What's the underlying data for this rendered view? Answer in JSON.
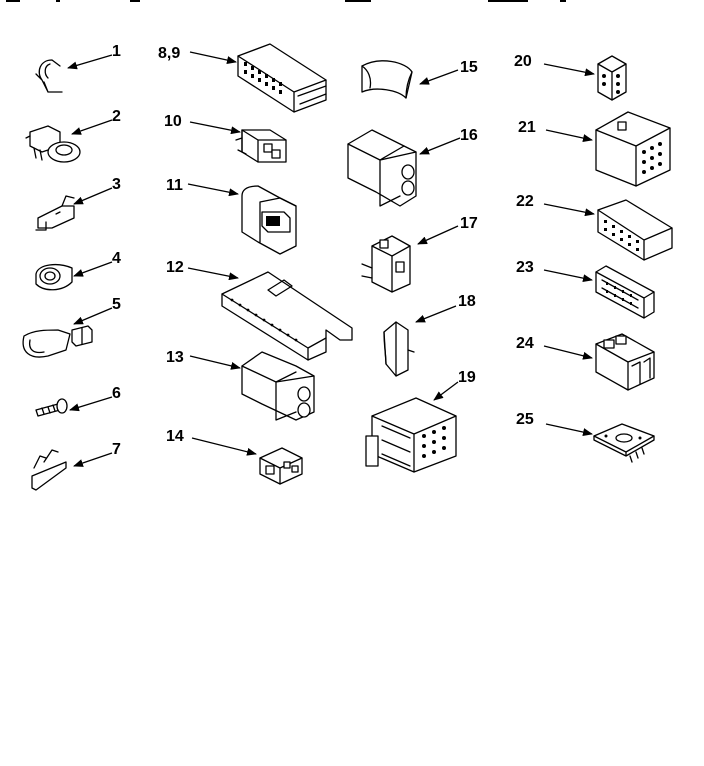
{
  "diagram": {
    "type": "exploded-parts-view",
    "callouts": [
      {
        "id": "p1",
        "label": "1"
      },
      {
        "id": "p2",
        "label": "2"
      },
      {
        "id": "p3",
        "label": "3"
      },
      {
        "id": "p4",
        "label": "4"
      },
      {
        "id": "p5",
        "label": "5"
      },
      {
        "id": "p6",
        "label": "6"
      },
      {
        "id": "p7",
        "label": "7"
      },
      {
        "id": "p89",
        "label": "8,9"
      },
      {
        "id": "p10",
        "label": "10"
      },
      {
        "id": "p11",
        "label": "11"
      },
      {
        "id": "p12",
        "label": "12"
      },
      {
        "id": "p13",
        "label": "13"
      },
      {
        "id": "p14",
        "label": "14"
      },
      {
        "id": "p15",
        "label": "15"
      },
      {
        "id": "p16",
        "label": "16"
      },
      {
        "id": "p17",
        "label": "17"
      },
      {
        "id": "p18",
        "label": "18"
      },
      {
        "id": "p19",
        "label": "19"
      },
      {
        "id": "p20",
        "label": "20"
      },
      {
        "id": "p21",
        "label": "21"
      },
      {
        "id": "p22",
        "label": "22"
      },
      {
        "id": "p23",
        "label": "23"
      },
      {
        "id": "p24",
        "label": "24"
      },
      {
        "id": "p25",
        "label": "25"
      }
    ]
  },
  "colors": {
    "line": "#000000",
    "background": "#ffffff"
  }
}
